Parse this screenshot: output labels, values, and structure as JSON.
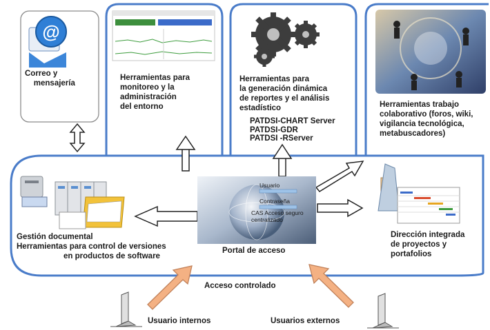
{
  "colors": {
    "frame": "#4a7cc9",
    "card_border": "#8a8a8a",
    "up_arrow": "#f4b183",
    "up_arrow_stroke": "#c0815a"
  },
  "boxes": {
    "email": {
      "label": "Correo y\n    mensajería",
      "icon": "email-at-icon"
    },
    "monitoring": {
      "label": "Herramientas para\nmonitoreo y la\nadministración\ndel entorno",
      "icon": "monitoring-dashboard-icon"
    },
    "reports": {
      "label": "Herramientas para\nla generación dinámica\nde reportes y el análisis\nestadístico",
      "tools": "PATDSI-CHART Server\nPATDSI-GDR\nPATDSI -RServer",
      "icon": "gears-icon"
    },
    "collab": {
      "label": "Herramientas trabajo\ncolaborativo (foros, wiki,\nvigilancia tecnológica,\nmetabuscadores)",
      "icon": "people-network-icon"
    }
  },
  "main": {
    "docs": {
      "label": "Gestión documental\nHerramientas para control de versiones",
      "label2": "en productos de software",
      "icon": "document-cabinet-icon"
    },
    "portal": {
      "label": "Portal de acceso",
      "user_label": "Usuario",
      "password_label": "Contraseña",
      "cas_label": "CAS Acceso seguro\ncentralizado",
      "icon": "globe-icon"
    },
    "projects": {
      "label": "Dirección integrada\nde proyectos y\nportafolios",
      "icon": "gantt-chart-icon"
    }
  },
  "footer": {
    "access_label": "Acceso controlado",
    "internal_users": "Usuario internos",
    "external_users": "Usuarios externos",
    "user_icon": "computer-monitor-icon"
  }
}
